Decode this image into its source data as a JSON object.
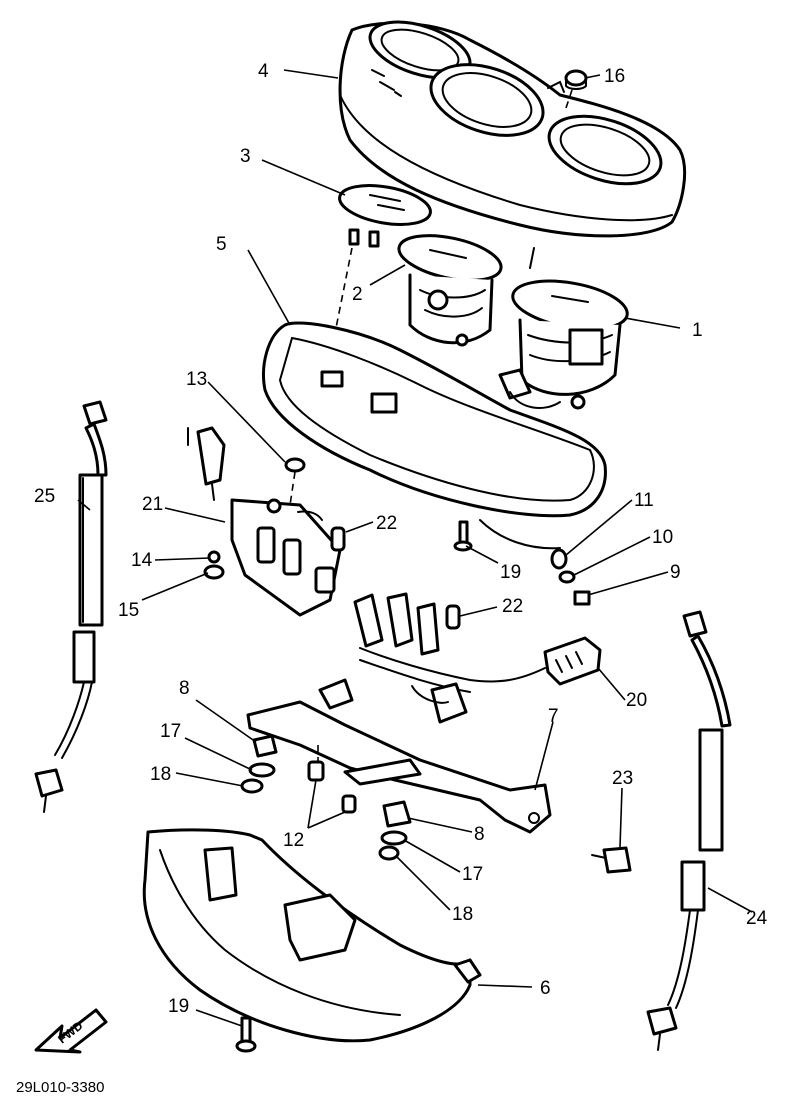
{
  "callouts": {
    "c1": "1",
    "c2": "2",
    "c3": "3",
    "c4": "4",
    "c5": "5",
    "c6": "6",
    "c7": "7",
    "c8a": "8",
    "c8b": "8",
    "c9": "9",
    "c10": "10",
    "c11": "11",
    "c12": "12",
    "c13": "13",
    "c14": "14",
    "c15": "15",
    "c16": "16",
    "c17a": "17",
    "c17b": "17",
    "c18a": "18",
    "c18b": "18",
    "c19a": "19",
    "c19b": "19",
    "c20": "20",
    "c21": "21",
    "c22a": "22",
    "c22b": "22",
    "c23": "23",
    "c24": "24",
    "c25": "25"
  },
  "fwd_label": "FWD",
  "figure_code": "29L010-3380"
}
